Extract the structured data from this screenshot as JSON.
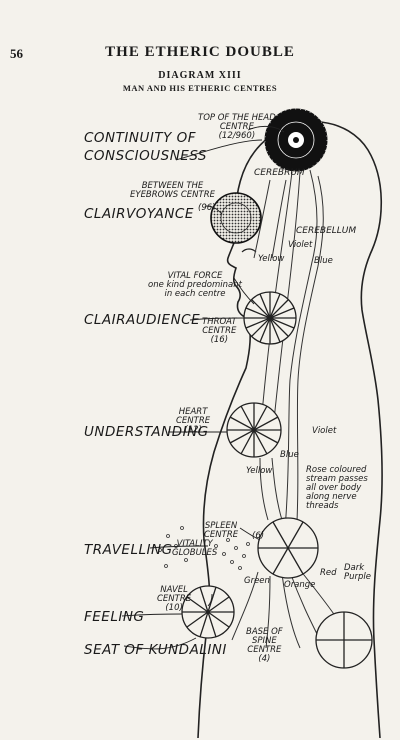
{
  "header": {
    "page_number": "56",
    "book_title": "THE ETHERIC DOUBLE",
    "diagram_number": "DIAGRAM XIII",
    "diagram_title": "MAN AND HIS ETHERIC CENTRES"
  },
  "faculties": {
    "continuity_line1": "CONTINUITY OF",
    "continuity_line2": "CONSCIOUSNESS",
    "clairvoyance": "CLAIRVOYANCE",
    "clairaudience": "CLAIRAUDIENCE",
    "understanding": "UNDERSTANDING",
    "travelling": "TRAVELLING",
    "feeling": "FEELING",
    "kundalini": "SEAT OF KUNDALINI"
  },
  "centres": {
    "head_line1": "TOP OF THE HEAD",
    "head_line2": "CENTRE",
    "head_petals": "(12/960)",
    "brow_line1": "BETWEEN THE",
    "brow_line2": "EYEBROWS CENTRE",
    "brow_petals": "(96)",
    "throat_line1": "THROAT",
    "throat_line2": "CENTRE",
    "throat_petals": "(16)",
    "heart_line1": "HEART",
    "heart_line2": "CENTRE",
    "heart_petals": "(12)",
    "spleen_line1": "SPLEEN",
    "spleen_line2": "CENTRE",
    "spleen_petals": "(6)",
    "navel_line1": "NAVEL",
    "navel_line2": "CENTRE",
    "navel_petals": "(10)",
    "base_line1": "BASE OF",
    "base_line2": "SPINE",
    "base_line3": "CENTRE",
    "base_petals": "(4)"
  },
  "structures": {
    "cerebrum": "CEREBRUM",
    "cerebellum": "CEREBELLUM"
  },
  "annotations": {
    "vital_force_line1": "VITAL FORCE",
    "vital_force_line2": "one kind predominant",
    "vital_force_line3": "in each centre",
    "vitality_line1": "VITALITY",
    "vitality_line2": "GLOBULES",
    "rose_line1": "Rose coloured",
    "rose_line2": "stream passes",
    "rose_line3": "all over body",
    "rose_line4": "along nerve",
    "rose_line5": "threads"
  },
  "streams": {
    "yellow_upper": "Yellow",
    "violet_upper": "Violet",
    "blue_upper": "Blue",
    "violet_mid": "Violet",
    "blue_mid": "Blue",
    "yellow_mid": "Yellow",
    "green": "Green",
    "orange": "Orange",
    "red": "Red",
    "dark_purple_line1": "Dark",
    "dark_purple_line2": "Purple"
  }
}
